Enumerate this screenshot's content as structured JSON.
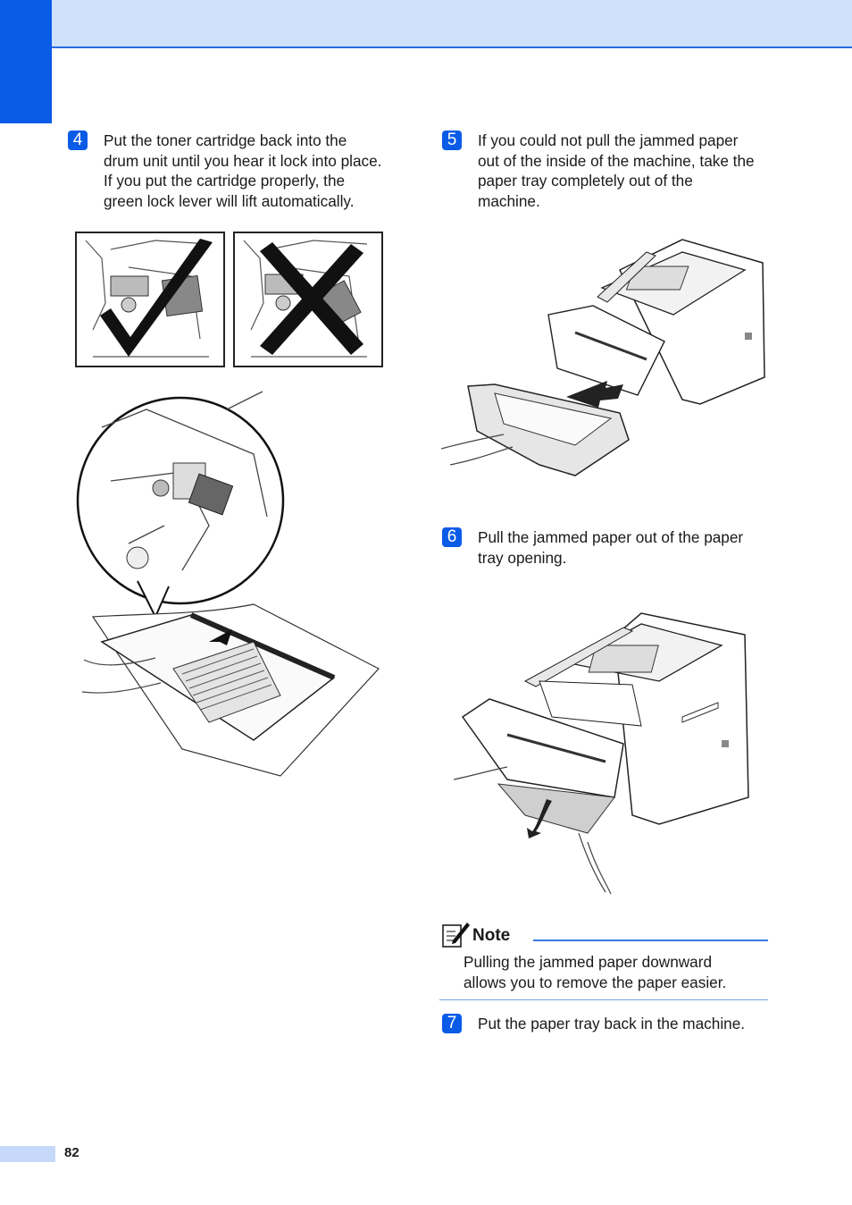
{
  "steps": [
    {
      "number": "4",
      "lines": [
        "Put the toner cartridge back into the",
        "drum unit until you hear it lock into place.",
        "If you put the cartridge properly, the",
        "green lock lever will lift automatically."
      ]
    },
    {
      "number": "5",
      "lines": [
        "If you could not pull the jammed paper",
        "out of the inside of the machine, take the",
        "paper tray completely out of the",
        "machine."
      ]
    },
    {
      "number": "6",
      "lines": [
        "Pull the jammed paper out of the paper",
        "tray opening."
      ]
    },
    {
      "number": "7",
      "lines": [
        "Put the paper tray back in the machine."
      ]
    }
  ],
  "note": {
    "title": "Note",
    "lines": [
      "Pulling the jammed paper downward",
      "allows you to remove the paper easier."
    ]
  },
  "footer": {
    "page_number": "82"
  },
  "colors": {
    "accent": "#0a5be6",
    "header_band": "#cfe0fb",
    "footer_band": "#c7d9fa"
  },
  "icons": [
    "check-mark-icon",
    "x-mark-icon",
    "arrow-icon",
    "note-pencil-icon"
  ]
}
